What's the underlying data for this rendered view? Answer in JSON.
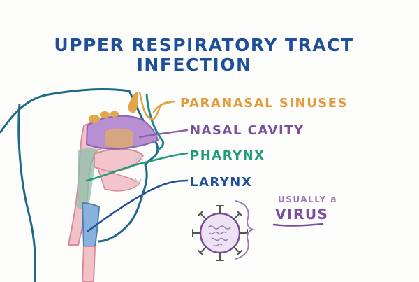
{
  "title": {
    "line1": "UPPER RESPIRATORY TRACT",
    "line2": "INFECTION",
    "color": "#1f4f9a"
  },
  "labels": {
    "paranasal_sinuses": {
      "text": "PARANASAL SINUSES",
      "color": "#e39a3b"
    },
    "nasal_cavity": {
      "text": "NASAL CAVITY",
      "color": "#7a4f9c"
    },
    "pharynx": {
      "text": "PHARYNX",
      "color": "#1f9b76"
    },
    "larynx": {
      "text": "LARYNX",
      "color": "#1f4f9a"
    }
  },
  "virus_note": {
    "line1": "USUALLY a",
    "line2": "VIRUS",
    "color": "#9a7bb5"
  },
  "icons": [
    "head-profile-icon",
    "virus-icon",
    "bracket-icon"
  ]
}
